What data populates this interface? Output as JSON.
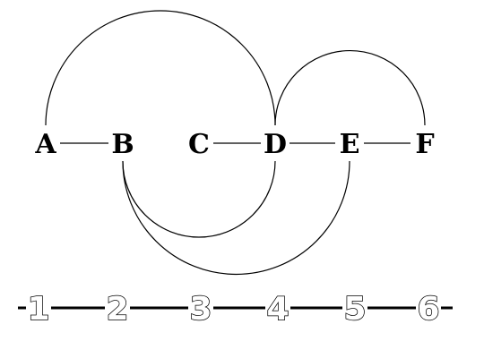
{
  "nodes": [
    "A",
    "B",
    "C",
    "D",
    "E",
    "F"
  ],
  "scale_numbers": [
    "1",
    "2",
    "3",
    "4",
    "5",
    "6"
  ],
  "line_edges": [
    [
      "A",
      "B"
    ],
    [
      "C",
      "D"
    ],
    [
      "D",
      "E"
    ],
    [
      "E",
      "F"
    ]
  ],
  "arc_edges": [
    {
      "from": "A",
      "to": "D",
      "side": "above"
    },
    {
      "from": "D",
      "to": "F",
      "side": "above"
    },
    {
      "from": "B",
      "to": "D",
      "side": "below"
    },
    {
      "from": "B",
      "to": "E",
      "side": "below"
    }
  ],
  "colors": {
    "background": "#ffffff",
    "line": "#000000",
    "text": "#000000",
    "number_fill": "#ffffff"
  }
}
